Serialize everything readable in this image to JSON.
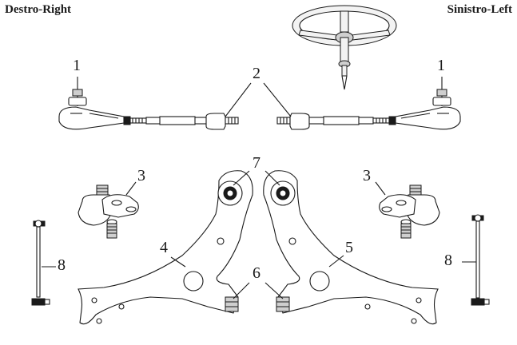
{
  "header": {
    "left_title": "Destro-Right",
    "right_title": "Sinistro-Left"
  },
  "parts": {
    "tie_rod_end_left": "1",
    "tie_rod_end_right": "1",
    "inner_tie_rod": "2",
    "ball_joint_left": "3",
    "ball_joint_right": "3",
    "control_arm_right": "4",
    "control_arm_left": "5",
    "rear_bushing": "6",
    "front_bushing": "7",
    "stabilizer_link_left": "8",
    "stabilizer_link_right": "8"
  }
}
